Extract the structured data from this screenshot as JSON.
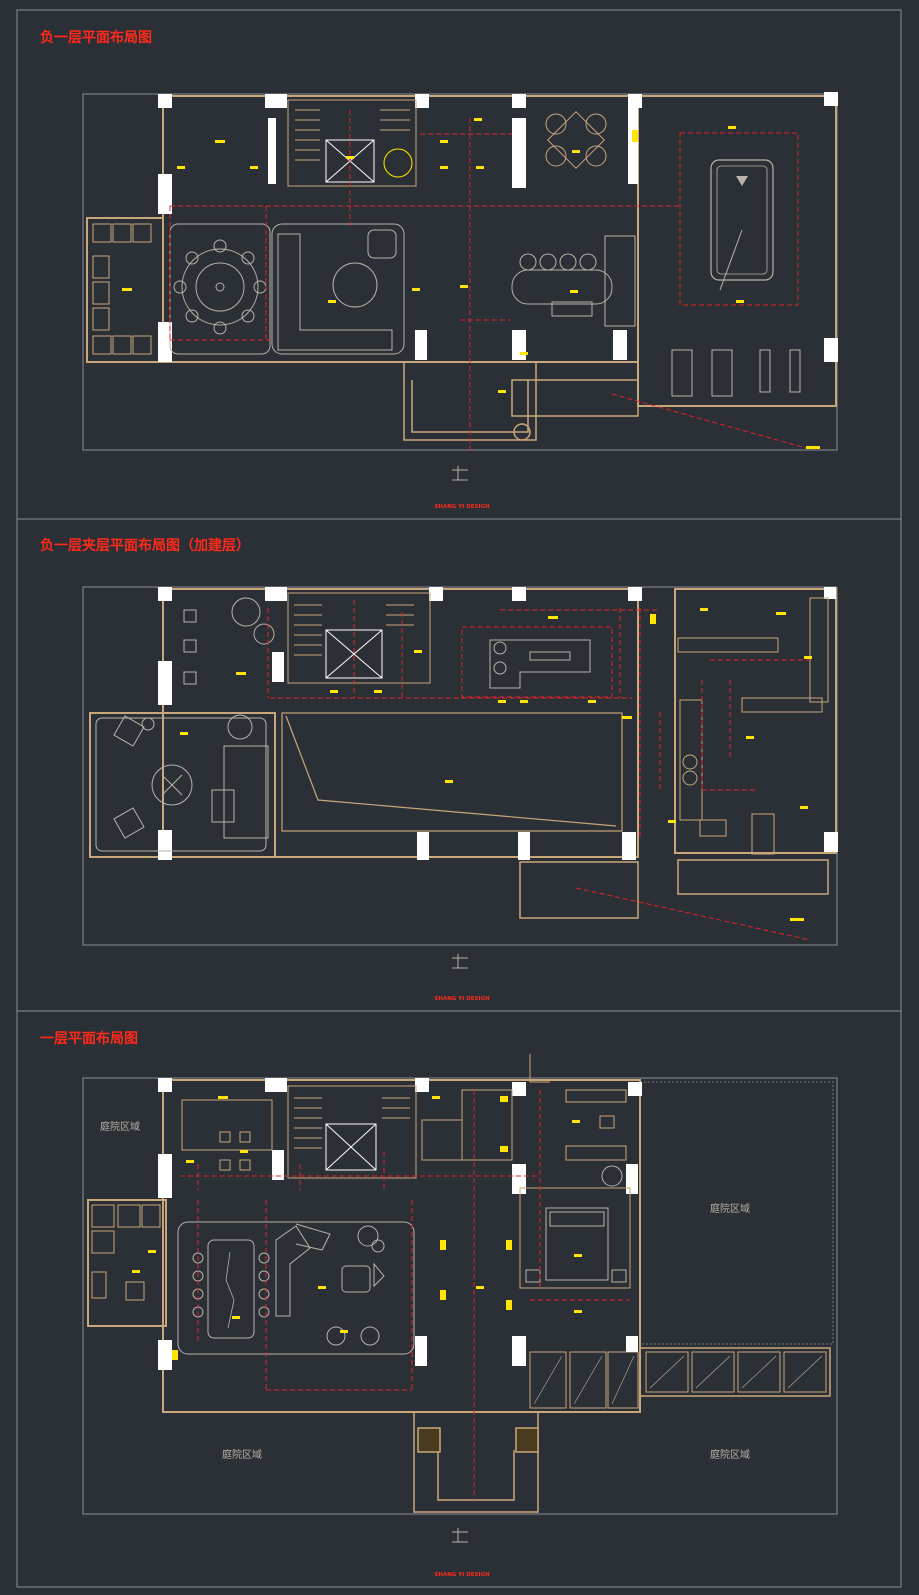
{
  "plans": [
    {
      "title": "负一层平面布局图",
      "credit": "SHANG YI DESIGN",
      "areas": []
    },
    {
      "title": "负一层夹层平面布局图（加建层）",
      "credit": "SHANG YI DESIGN",
      "areas": []
    },
    {
      "title": "一层平面布局图",
      "credit": "SHANG YI DESIGN",
      "areas": [
        "庭院区域",
        "庭院区域",
        "庭院区域",
        "庭院区域"
      ]
    }
  ],
  "colors": {
    "background": "#2b2f36",
    "panel_border": "#8a8f99",
    "wall": "#c9a77a",
    "wall_solid": "#ffffff",
    "furniture": "#b9b3a8",
    "axis_dash": "#e0242a",
    "label_yellow": "#ffe600",
    "title_red": "#ff2a1a"
  }
}
